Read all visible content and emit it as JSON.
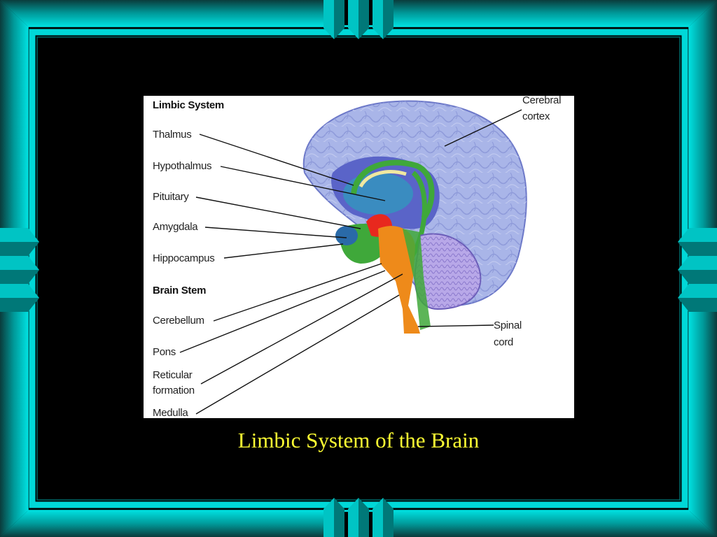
{
  "caption": "Limbic System of the Brain",
  "colors": {
    "frame_teal": "#00c8c8",
    "frame_dark": "#007a7a",
    "slide_background": "#000000",
    "caption_color": "#ffff33",
    "cortex": "#a9b5e8",
    "cortex_dark": "#5a64c8",
    "limbic_green": "#3fa83a",
    "brainstem_orange": "#ee8a1a",
    "amygdala_red": "#e8281e",
    "cerebellum": "#b8a8e8"
  },
  "diagram": {
    "section_limbic": "Limbic System",
    "section_brainstem": "Brain Stem",
    "labels": {
      "thalmus": "Thalmus",
      "hypothalmus": "Hypothalmus",
      "pituitary": "Pituitary",
      "amygdala": "Amygdala",
      "hippocampus": "Hippocampus",
      "cerebellum": "Cerebellum",
      "pons": "Pons",
      "reticular_1": "Reticular",
      "reticular_2": "formation",
      "medulla": "Medulla",
      "cerebral_1": "Cerebral",
      "cerebral_2": "cortex",
      "spinal_1": "Spinal",
      "spinal_2": "cord"
    }
  }
}
